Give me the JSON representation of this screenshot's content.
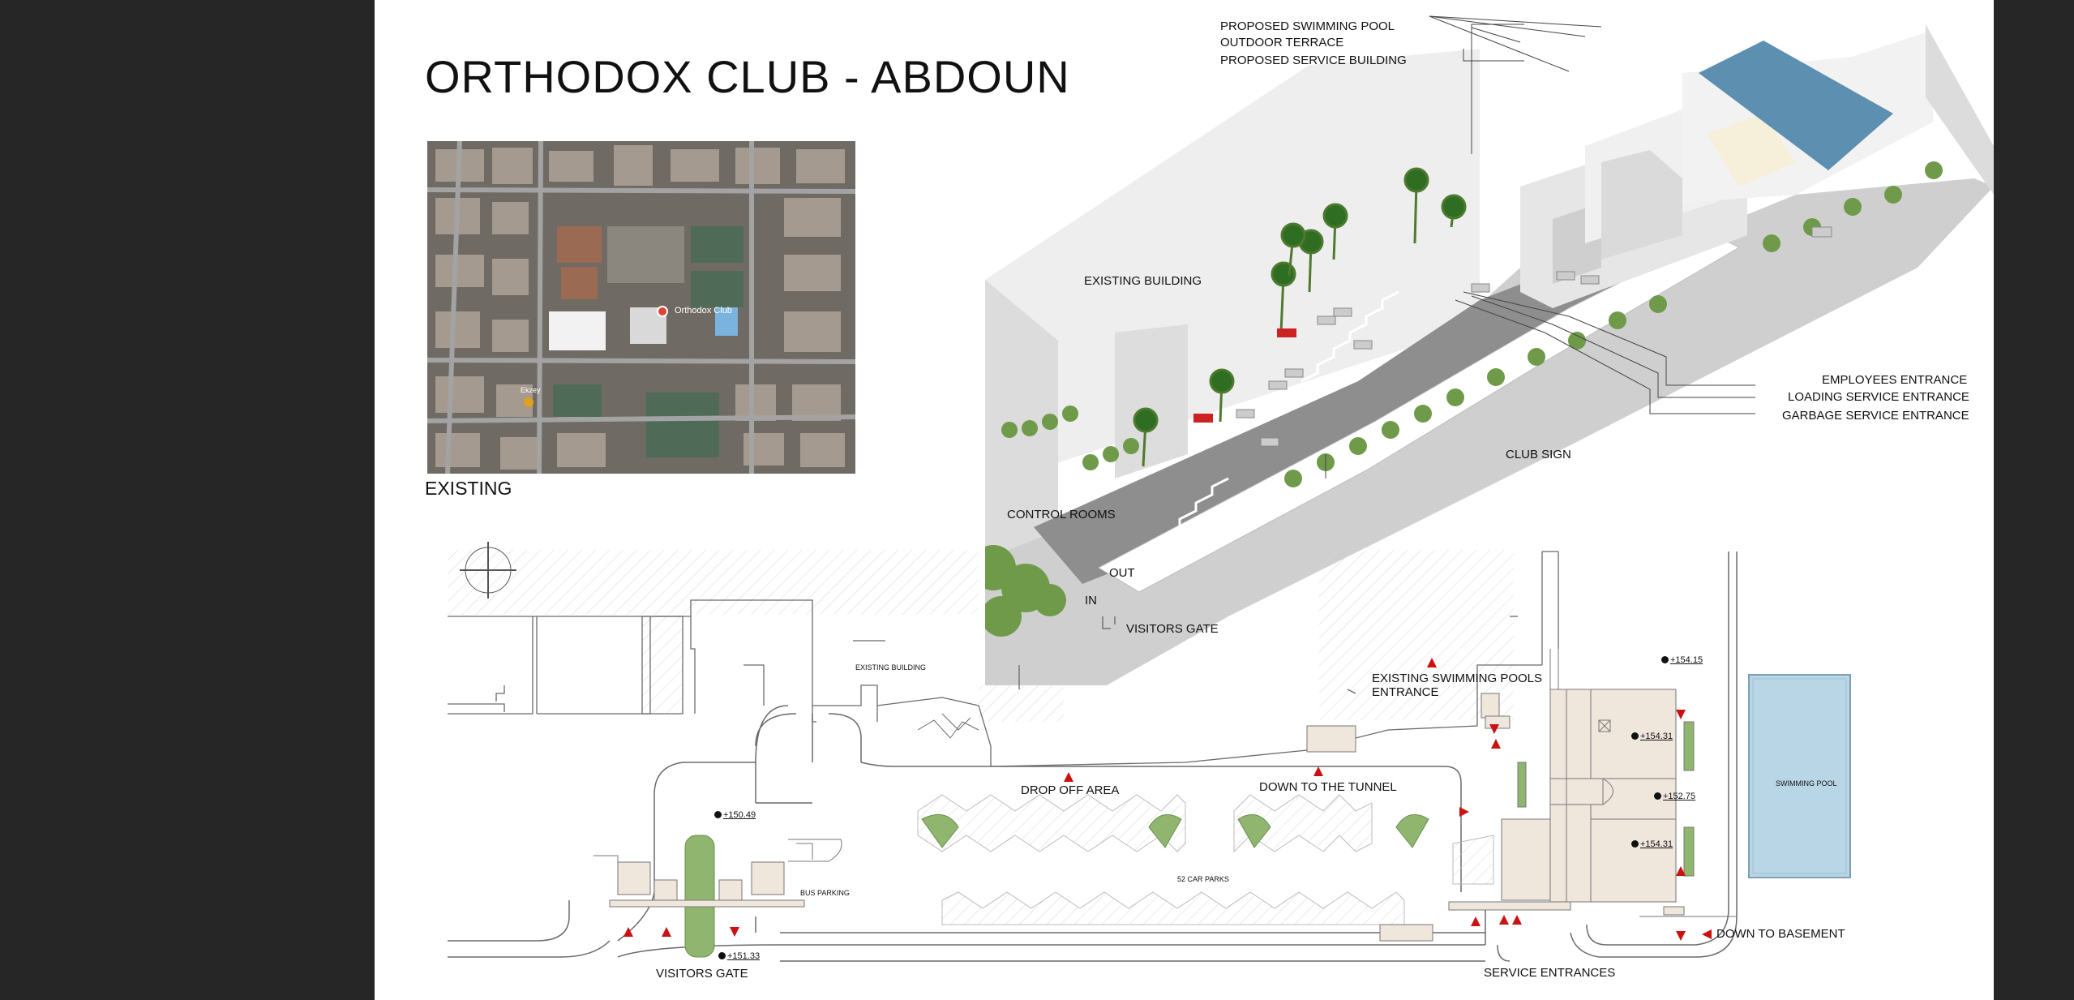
{
  "title": "ORTHODOX CLUB - ABDOUN",
  "existing_label": "EXISTING",
  "axonometric": {
    "labels": {
      "proposed_swimming_pool": "PROPOSED SWIMMING POOL",
      "outdoor_terrace": "OUTDOOR TERRACE",
      "proposed_service_building": "PROPOSED SERVICE BUILDING",
      "existing_building": "EXISTING BUILDING",
      "employees_entrance": "EMPLOYEES ENTRANCE",
      "loading_service_entrance": "LOADING SERVICE ENTRANCE",
      "garbage_service_entrance": "GARBAGE SERVICE ENTRANCE",
      "club_sign": "CLUB SIGN",
      "control_rooms": "CONTROL ROOMS",
      "out": "OUT",
      "in": "IN",
      "visitors_gate": "VISITORS GATE"
    }
  },
  "site_plan": {
    "labels": {
      "existing_building": "EXISTING BUILDING",
      "existing_swimming_pools_entrance_line1": "EXISTING SWIMMING POOLS",
      "existing_swimming_pools_entrance_line2": "ENTRANCE",
      "drop_off_area": "DROP OFF AREA",
      "down_to_the_tunnel": "DOWN TO THE TUNNEL",
      "bus_parking": "BUS PARKING",
      "car_parks": "52 CAR PARKS",
      "visitors_gate": "VISITORS GATE",
      "service_entrances": "SERVICE ENTRANCES",
      "down_to_basement": "DOWN TO BASEMENT",
      "swimming_pool": "SWIMMING POOL"
    },
    "levels": {
      "l15049": "+150.49",
      "l15133": "+151.33",
      "l15415": "+154.15",
      "l15431a": "+154.31",
      "l15275": "+152.75",
      "l15431b": "+154.31"
    }
  },
  "colors": {
    "background": "#262626",
    "sheet": "#ffffff",
    "pool_water": "#5c8fb0",
    "pool_plan": "#b9d6e6",
    "planting": "#8fb56f",
    "arrow_red": "#cc1111",
    "building_fill": "#efe6dc",
    "road": "#8e8e8e"
  }
}
